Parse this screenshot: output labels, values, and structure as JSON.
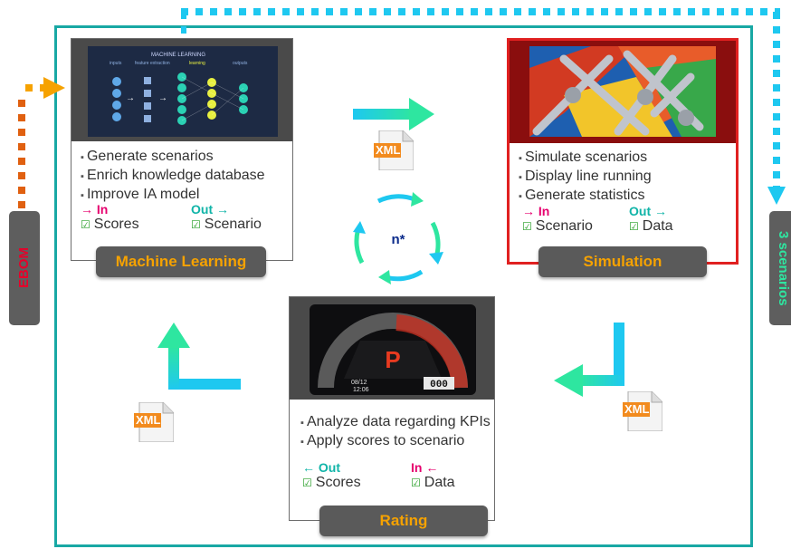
{
  "ml": {
    "title": "Machine Learning",
    "img": {
      "heading": "MACHINE LEARNING",
      "c1": "inputs",
      "c2": "feature extraction",
      "c3": "learning",
      "c4": "outputs"
    },
    "bullets": [
      "Generate scenarios",
      "Enrich knowledge database",
      "Improve IA model"
    ],
    "in_label": "→ In",
    "in_value": "Scores",
    "out_label": "Out →",
    "out_value": "Scenario"
  },
  "sim": {
    "title": "Simulation",
    "bullets": [
      "Simulate scenarios",
      "Display line running",
      "Generate statistics"
    ],
    "in_label": "→ In",
    "in_value": "Scenario",
    "out_label": "Out →",
    "out_value": "Data"
  },
  "rating": {
    "title": "Rating",
    "bullets": [
      "Analyze data regarding KPIs",
      "Apply scores to scenario"
    ],
    "out_label": "← Out",
    "out_value": "Scores",
    "in_label": "In ←",
    "in_value": "Data",
    "gauge": {
      "gear": "P",
      "readout": "000",
      "line1": "12:06",
      "line2": "08/12"
    }
  },
  "cycle_label": "n*",
  "xml_label": "XML",
  "left_tab": "EBOM",
  "right_tab": "3 scenarios",
  "colors": {
    "teal_frame": "#18a8a4",
    "orange": "#f6a200",
    "cyan": "#1ec8f0",
    "sim_red": "#e02020"
  }
}
